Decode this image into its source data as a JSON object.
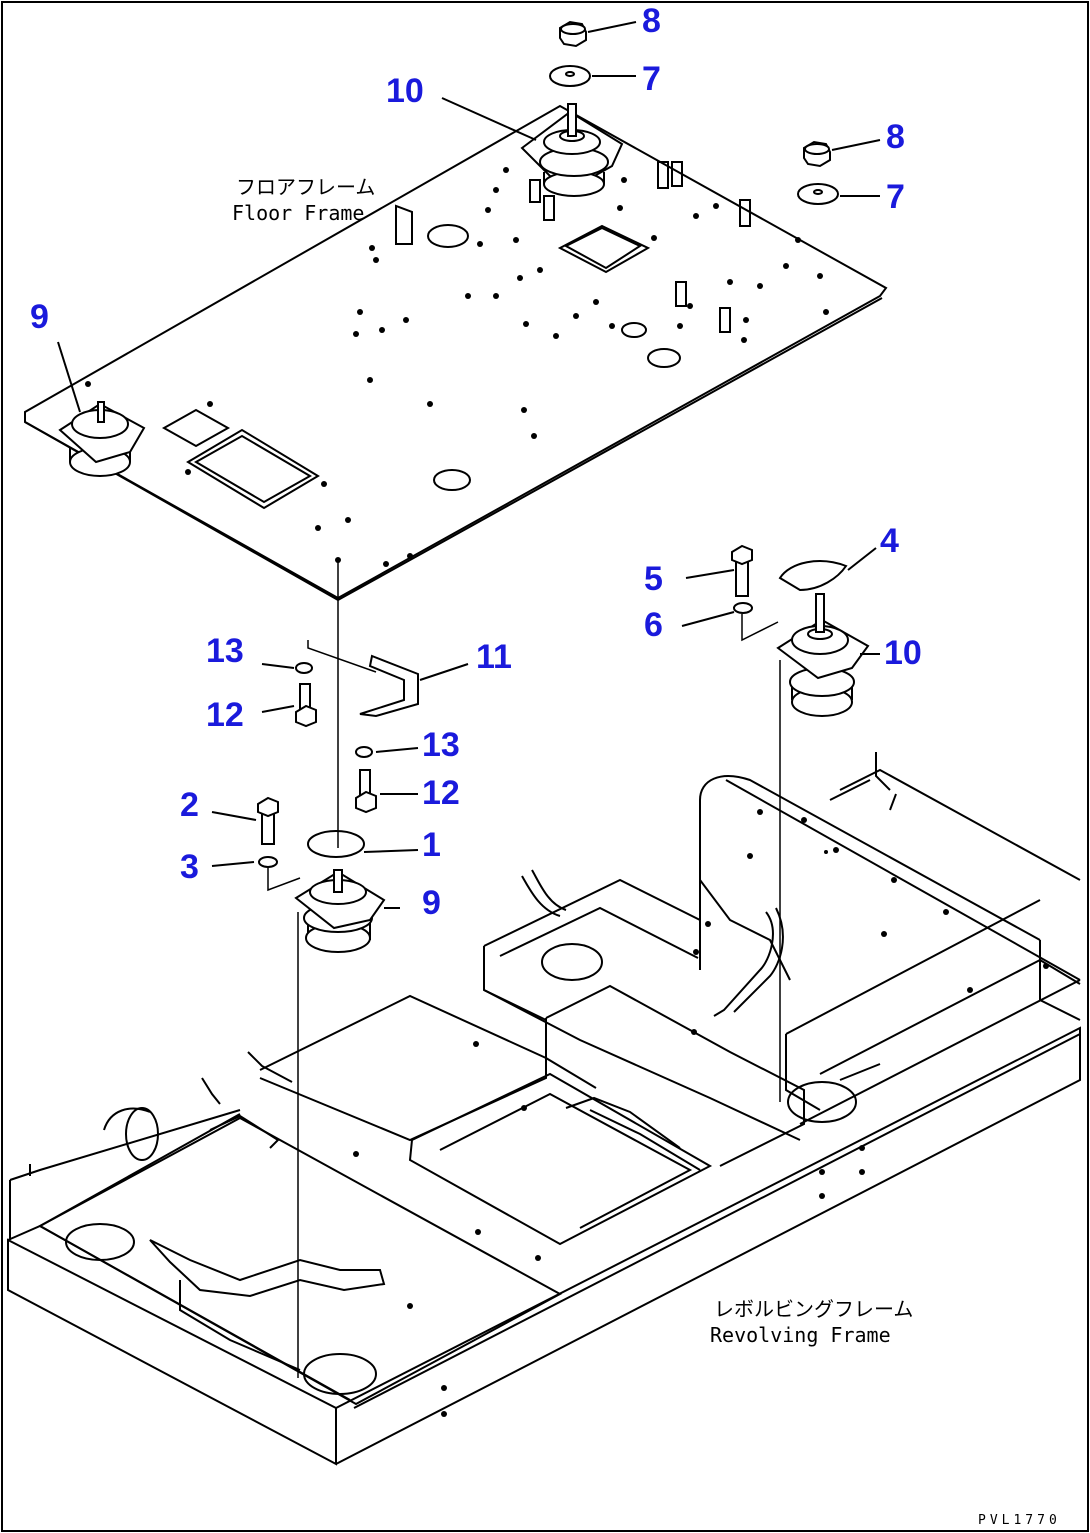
{
  "colors": {
    "callout": "#1a1adc",
    "line": "#000000",
    "background": "#ffffff"
  },
  "labels": {
    "floor_frame_jp": "フロアフレーム",
    "floor_frame_en": "Floor Frame",
    "revolving_frame_jp": "レボルビングフレーム",
    "revolving_frame_en": "Revolving Frame"
  },
  "drawing_code": "PVL1770",
  "callouts": {
    "c8a": "8",
    "c7a": "7",
    "c10a": "10",
    "c8b": "8",
    "c7b": "7",
    "c9a": "9",
    "c4": "4",
    "c5": "5",
    "c6": "6",
    "c10b": "10",
    "c13a": "13",
    "c11": "11",
    "c12a": "12",
    "c13b": "13",
    "c12b": "12",
    "c2": "2",
    "c1": "1",
    "c3": "3",
    "c9b": "9"
  }
}
